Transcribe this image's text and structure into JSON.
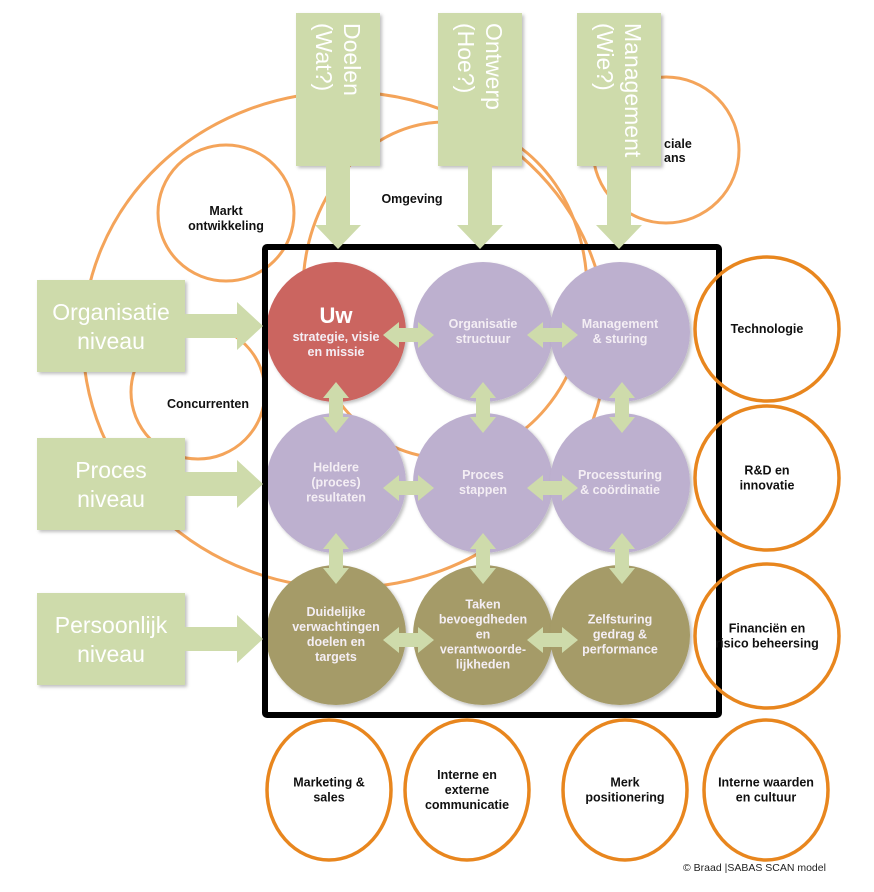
{
  "colors": {
    "green_box": "#cedbab",
    "arrow_green": "#cedbab",
    "orange_ring": "#f4a45a",
    "orange_ring_dark": "#e8861e",
    "red_node": "#cb6561",
    "purple_node": "#bdb0cf",
    "olive_node": "#a59b67",
    "frame": "#000000"
  },
  "top_boxes": [
    {
      "line1": "Doelen",
      "line2": "(Wat?)"
    },
    {
      "line1": "Ontwerp",
      "line2": "(Hoe?)"
    },
    {
      "line1": "Management",
      "line2": "(Wie?)"
    }
  ],
  "left_boxes": [
    {
      "line1": "Organisatie",
      "line2": "niveau"
    },
    {
      "line1": "Proces",
      "line2": "niveau"
    },
    {
      "line1": "Persoonlijk",
      "line2": "niveau"
    }
  ],
  "environment_labels": {
    "omgeving": "Omgeving",
    "markt": [
      "Markt",
      "ontwikkeling"
    ],
    "concurrenten": "Concurrenten",
    "sociale": [
      "ciale",
      "ans"
    ]
  },
  "grid_nodes": [
    {
      "title": "Uw",
      "lines": [
        "strategie, visie",
        "en missie"
      ],
      "type": "red"
    },
    {
      "lines": [
        "Organisatie",
        "structuur"
      ],
      "type": "purple"
    },
    {
      "lines": [
        "Management",
        "& sturing"
      ],
      "type": "purple"
    },
    {
      "lines": [
        "Heldere",
        "(proces)",
        "resultaten"
      ],
      "type": "purple"
    },
    {
      "lines": [
        "Proces",
        "stappen"
      ],
      "type": "purple"
    },
    {
      "lines": [
        "Processturing",
        "& coördinatie"
      ],
      "type": "purple"
    },
    {
      "lines": [
        "Duidelijke",
        "verwachtingen",
        "doelen en",
        "targets"
      ],
      "type": "olive"
    },
    {
      "lines": [
        "Taken",
        "bevoegdheden",
        "en",
        "verantwoorde-",
        "lijkheden"
      ],
      "type": "olive"
    },
    {
      "lines": [
        "Zelfsturing",
        "gedrag &",
        "performance"
      ],
      "type": "olive"
    }
  ],
  "right_circles": [
    {
      "lines": [
        "Technologie"
      ]
    },
    {
      "lines": [
        "R&D en",
        "innovatie"
      ]
    },
    {
      "lines": [
        "Financiën en",
        "risico beheersing"
      ]
    }
  ],
  "bottom_circles": [
    {
      "lines": [
        "Marketing &",
        "sales"
      ]
    },
    {
      "lines": [
        "Interne en",
        "externe",
        "communicatie"
      ]
    },
    {
      "lines": [
        "Merk",
        "positionering"
      ]
    },
    {
      "lines": [
        "Interne waarden",
        "en cultuur"
      ]
    }
  ],
  "copyright": "©  Braad  |SABAS SCAN model"
}
